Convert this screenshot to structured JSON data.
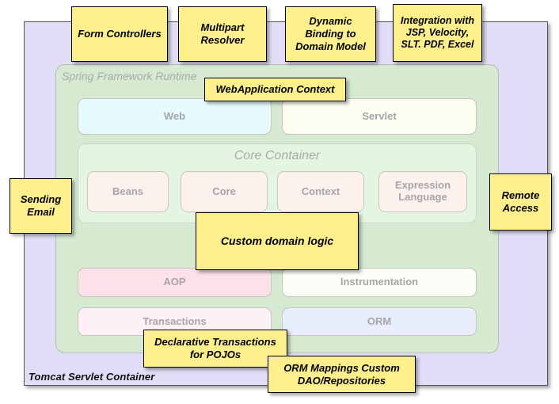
{
  "diagram": {
    "title": "Spring Framework Runtime architecture with annotations",
    "colors": {
      "outer_container_bg": "#e2ddf6",
      "runtime_bg": "#d5ead1",
      "core_container_bg": "#e4f5e2",
      "note_bg": "#fdf08c",
      "module_label_color": "#a6a6a6",
      "container_label_color": "#aaaaaa"
    }
  },
  "outer_container": {
    "label": "Tomcat Servlet Container"
  },
  "runtime": {
    "label": "Spring Framework Runtime"
  },
  "core_container": {
    "title": "Core Container",
    "modules": [
      {
        "label": "Beans",
        "color": "#fdf1ee"
      },
      {
        "label": "Core",
        "color": "#fdf1ee"
      },
      {
        "label": "Context",
        "color": "#fdf1ee"
      },
      {
        "label": "Expression Language",
        "color": "#fdf1ee"
      }
    ]
  },
  "top_row": [
    {
      "label": "Web",
      "color": "#e6faff"
    },
    {
      "label": "Servlet",
      "color": "#fdfdf2"
    }
  ],
  "aop_row": [
    {
      "label": "AOP",
      "color": "#fde1ea"
    },
    {
      "label": "Instrumentation",
      "color": "#fbfdf7"
    }
  ],
  "data_row": [
    {
      "label": "Transactions",
      "color": "#fdf0f7"
    },
    {
      "label": "ORM",
      "color": "#e8eefb"
    }
  ],
  "notes": [
    {
      "id": "form-controllers",
      "text": "Form Controllers"
    },
    {
      "id": "multipart-resolver",
      "text": "Multipart Resolver"
    },
    {
      "id": "dynamic-binding",
      "text": "Dynamic Binding to Domain Model"
    },
    {
      "id": "integration",
      "text": "Integration with JSP, Velocity, SLT. PDF, Excel"
    },
    {
      "id": "webapplication-context",
      "text": "WebApplication Context"
    },
    {
      "id": "sending-email",
      "text": "Sending Email"
    },
    {
      "id": "remote-access",
      "text": "Remote Access"
    },
    {
      "id": "custom-domain-logic",
      "text": "Custom domain logic"
    },
    {
      "id": "declarative-transactions",
      "text": "Declarative Transactions for POJOs"
    },
    {
      "id": "orm-mappings",
      "text": "ORM Mappings Custom DAO/Repositories"
    }
  ]
}
